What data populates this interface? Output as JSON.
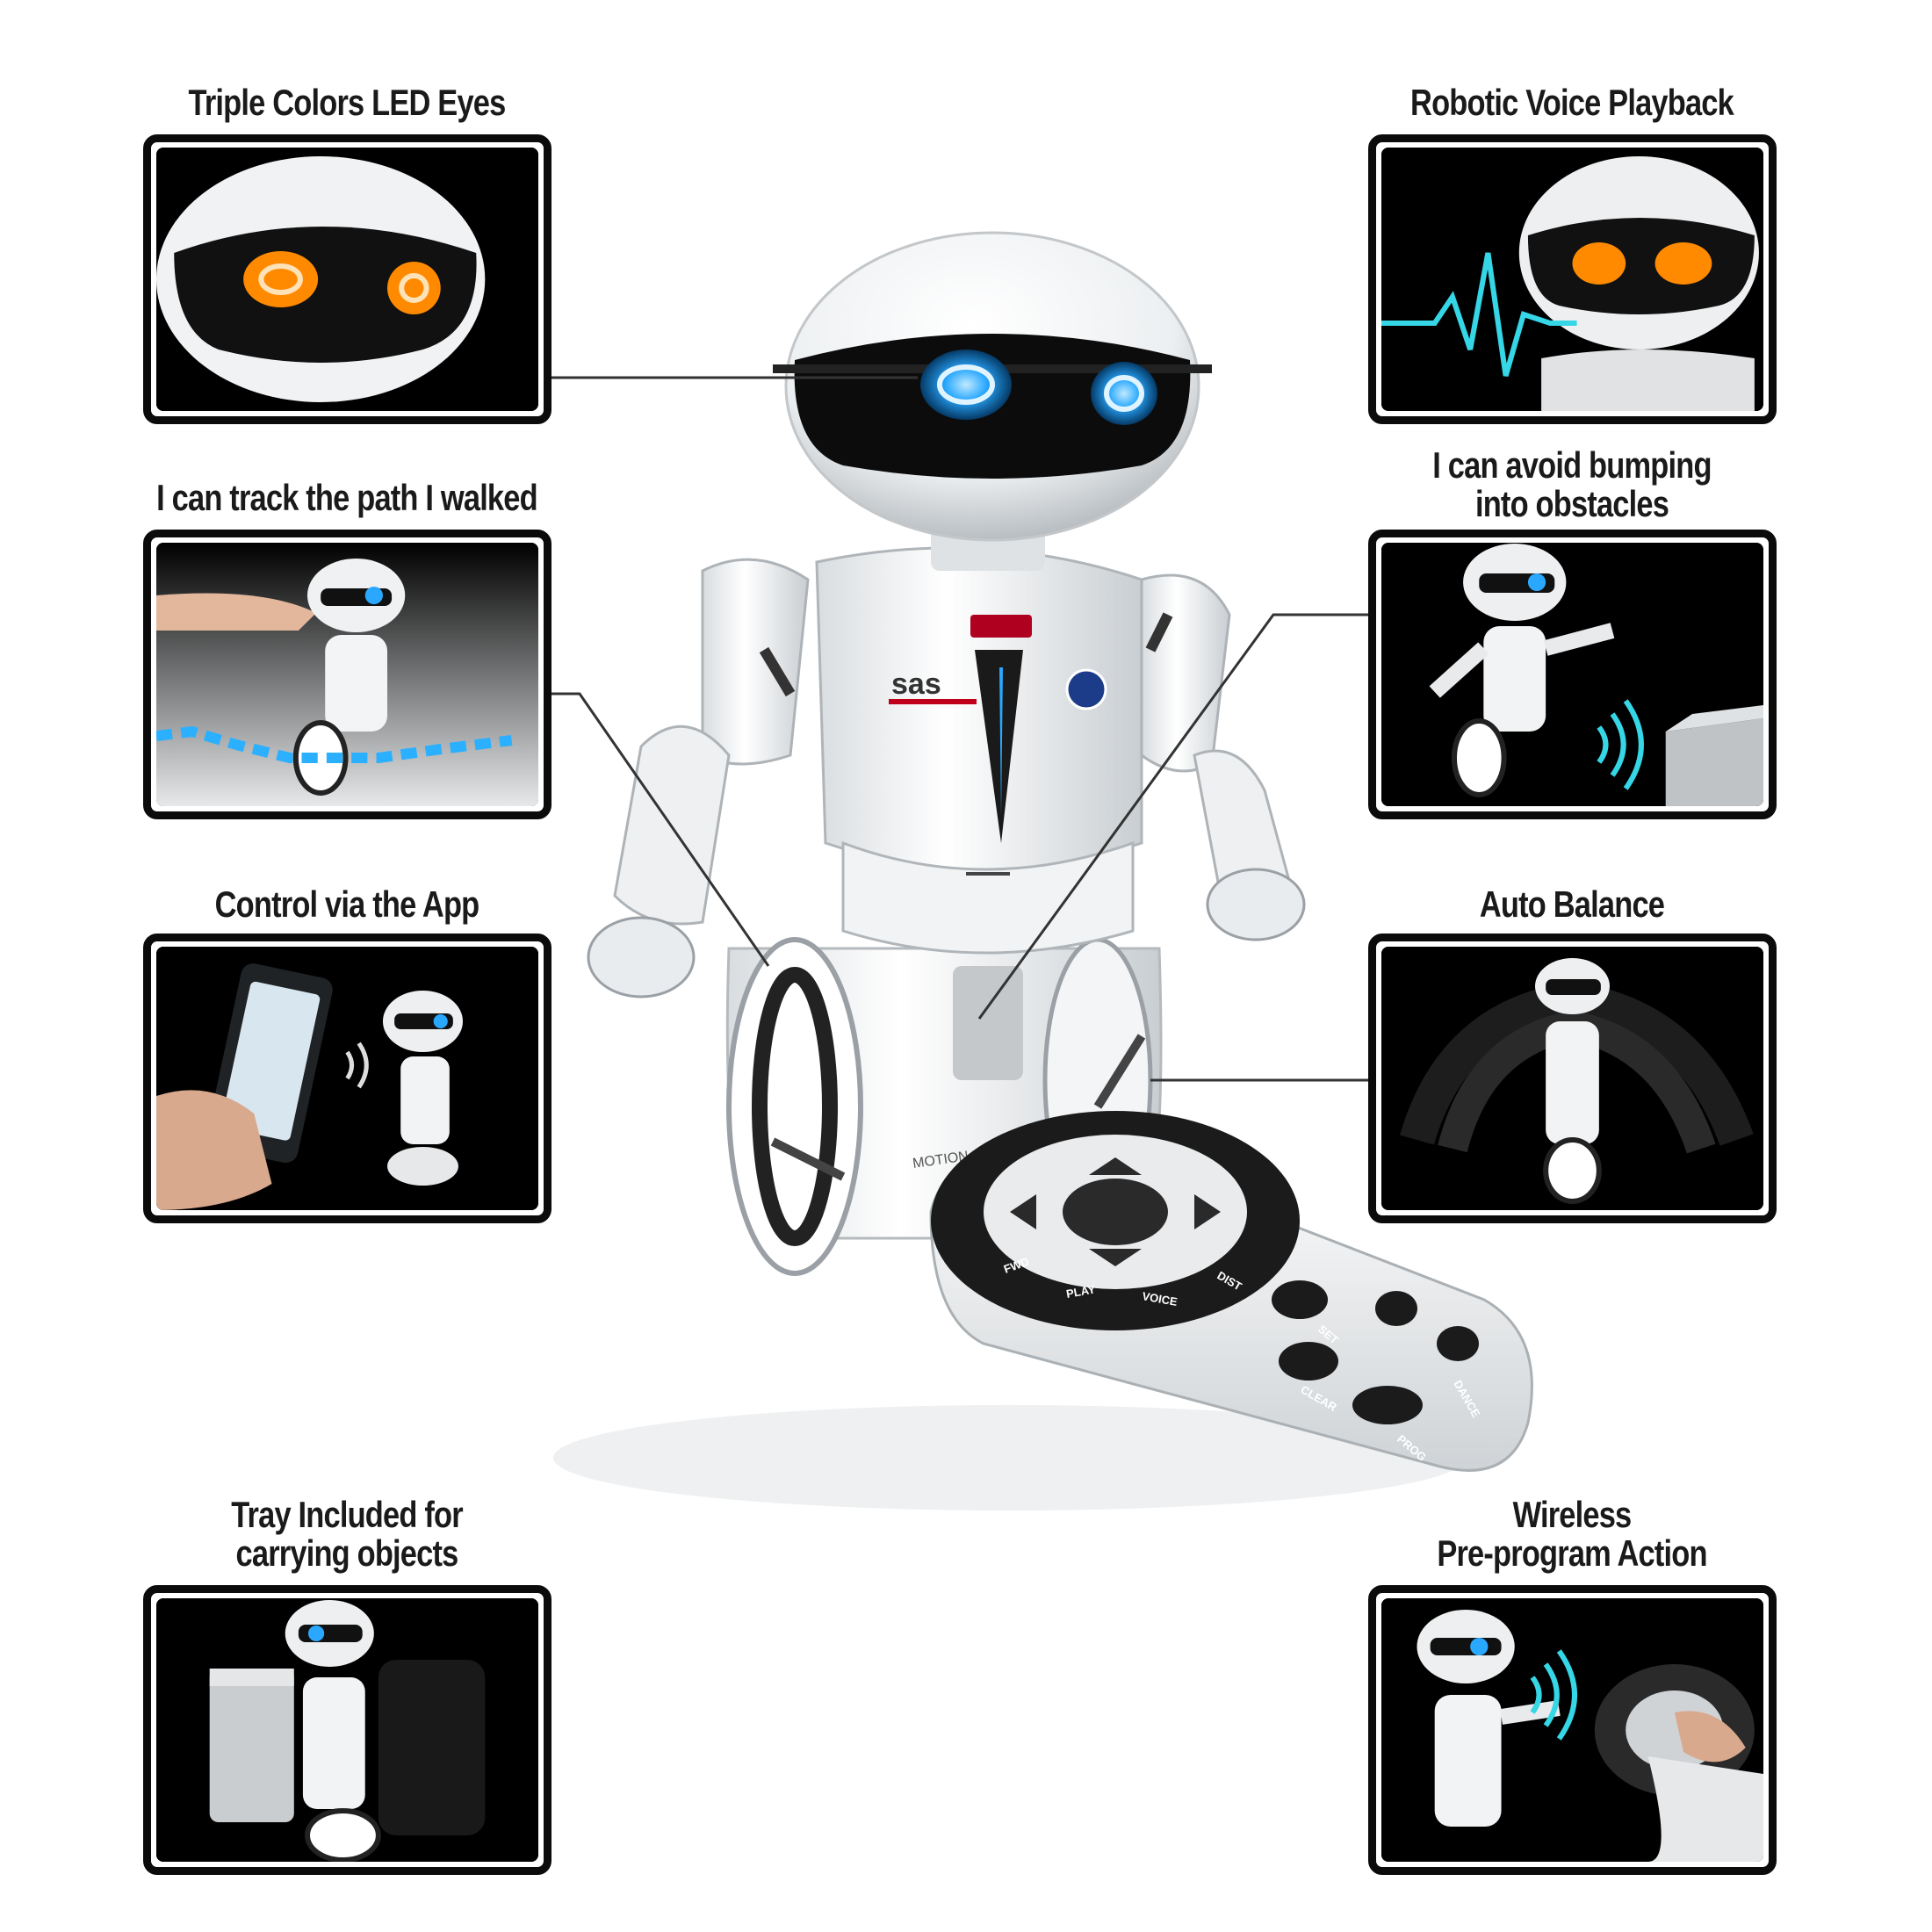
{
  "features": {
    "led_eyes": {
      "title": "Triple Colors LED Eyes"
    },
    "voice": {
      "title": "Robotic Voice Playback"
    },
    "track": {
      "title": "I can track the path I walked"
    },
    "avoid": {
      "title_line1": "I can avoid bumping",
      "title_line2": "into obstacles"
    },
    "app": {
      "title": "Control via the App"
    },
    "balance": {
      "title": "Auto Balance"
    },
    "tray": {
      "title_line1": "Tray Included for",
      "title_line2": "carrying objects"
    },
    "wireless": {
      "title_line1": "Wireless",
      "title_line2": "Pre-program Action"
    }
  },
  "robot": {
    "brand_mark": "sas",
    "side_mark": "MOTION"
  },
  "remote": {
    "button_labels": [
      "FWD",
      "PLAY",
      "VOICE",
      "DIST",
      "SET",
      "CLEAR",
      "PROG",
      "DANCE"
    ]
  },
  "colors": {
    "eye_blue": "#2aa8ff",
    "eye_orange": "#ff8a00",
    "panel_border": "#0b0b0b",
    "wave_cyan": "#35d6e6"
  }
}
